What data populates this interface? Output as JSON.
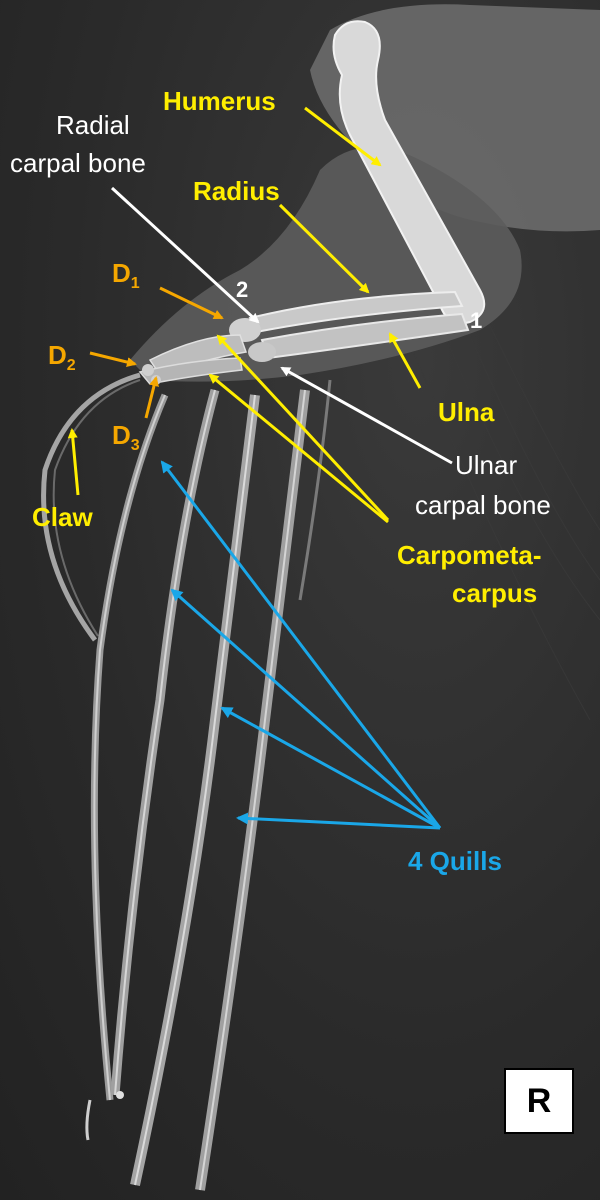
{
  "labels": {
    "humerus": "Humerus",
    "radial_carpal_1": "Radial",
    "radial_carpal_2": "carpal  bone",
    "radius": "Radius",
    "d1": "D",
    "d1_sub": "1",
    "d2": "D",
    "d2_sub": "2",
    "d3": "D",
    "d3_sub": "3",
    "num2": "2",
    "num1": "1",
    "ulna": "Ulna",
    "ulnar_carpal_1": "Ulnar",
    "ulnar_carpal_2": "carpal  bone",
    "claw": "Claw",
    "carpometa_1": "Carpometa-",
    "carpometa_2": "carpus",
    "quills": "4 Quills",
    "orientation": "R"
  },
  "colors": {
    "yellow": "#ffee00",
    "white": "#ffffff",
    "orange": "#f5a700",
    "blue": "#1aa7e8"
  }
}
